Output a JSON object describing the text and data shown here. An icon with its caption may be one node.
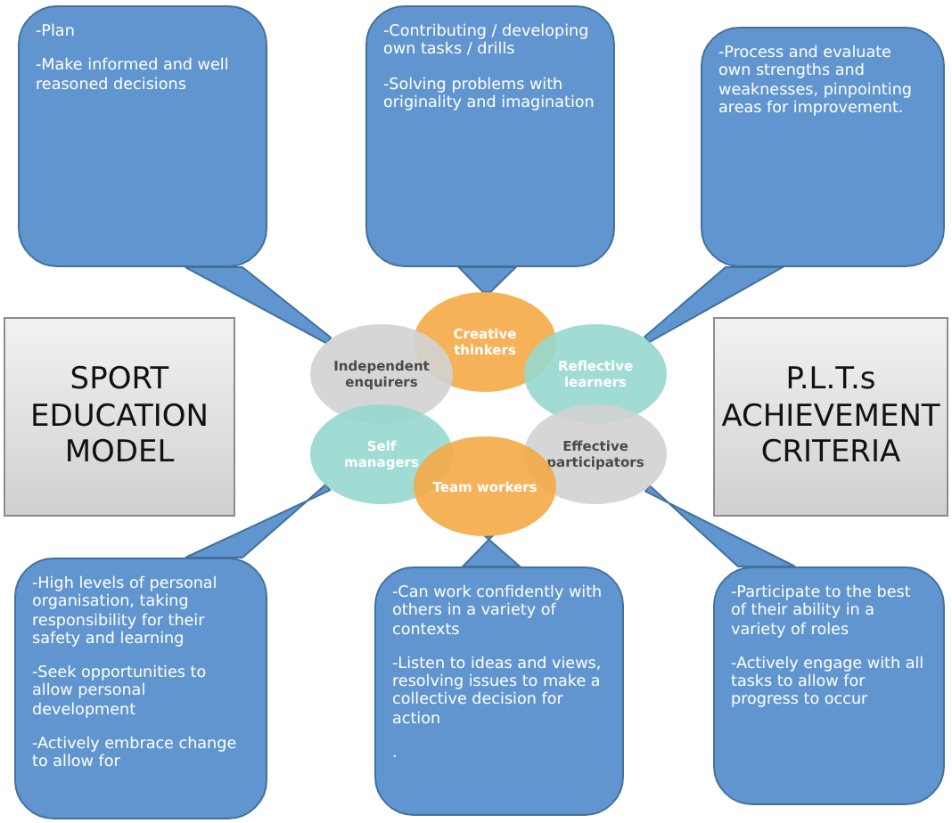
{
  "diagram": {
    "nodes": [
      {
        "text": [
          "-Plan",
          "-Make informed and well reasoned decisions"
        ]
      },
      {
        "text": [
          "-Contributing / developing own tasks / drills",
          "-Solving problems with originality and imagination"
        ]
      },
      {
        "text": [
          "-Process and evaluate own strengths and weaknesses, pinpointing areas for improvement."
        ]
      },
      {
        "text": [
          "SPORT EDUCATION MODEL"
        ]
      },
      {
        "text": [
          "Creative thinkers"
        ]
      },
      {
        "text": [
          "Independent enquirers"
        ]
      },
      {
        "text": [
          "Reflective learners"
        ]
      },
      {
        "text": [
          "Self managers"
        ]
      },
      {
        "text": [
          "Effective participators"
        ]
      },
      {
        "text": [
          "Team workers"
        ]
      },
      {
        "text": [
          "P.L.T.s ACHIEVEMENT CRITERIA"
        ]
      },
      {
        "text": [
          "-High levels of personal organisation, taking responsibility for their safety and learning",
          "-Seek opportunities to allow personal development",
          "-Actively embrace change to allow for"
        ]
      },
      {
        "text": [
          "-Can work confidently with others  in a variety of contexts",
          "-Listen to ideas and views, resolving issues to make a  collective decision for action",
          "."
        ]
      },
      {
        "text": [
          "-Participate to the best of their ability in a variety of roles",
          "-Actively engage with all tasks to allow for progress to occur"
        ]
      }
    ],
    "edges": [
      {
        "from": 0,
        "to": 5,
        "arrow": "none"
      },
      {
        "from": 1,
        "to": 4,
        "arrow": "none"
      },
      {
        "from": 2,
        "to": 6,
        "arrow": "none"
      },
      {
        "from": 11,
        "to": 7,
        "arrow": "none"
      },
      {
        "from": 12,
        "to": 9,
        "arrow": "none"
      },
      {
        "from": 13,
        "to": 8,
        "arrow": "none"
      }
    ]
  }
}
